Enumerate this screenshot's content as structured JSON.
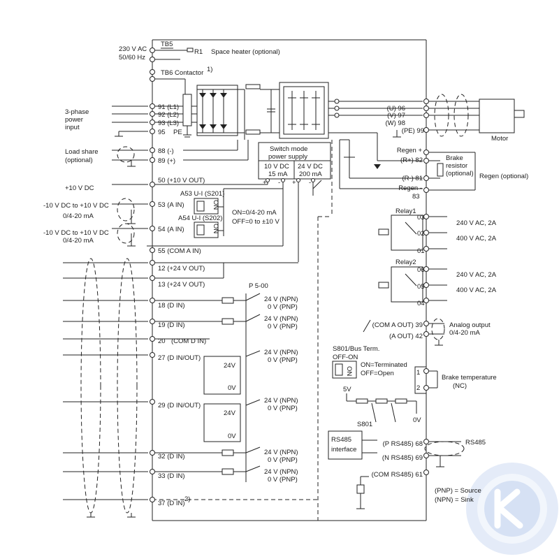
{
  "left": {
    "tb5": "TB5",
    "ac_label": "230 V AC",
    "hz_label": "50/60 Hz",
    "r1": "R1",
    "space_heater": "Space heater (optional)",
    "tb6": "TB6 Contactor",
    "tb6_sup": "1)",
    "three_phase_1": "3-phase",
    "three_phase_2": "power",
    "three_phase_3": "input",
    "load_share_1": "Load share",
    "load_share_2": "(optional)",
    "plus10vdc": "+10 V DC",
    "ain_range_1": "-10 V DC to +10 V DC",
    "ain_ma_1": "0/4-20 mA",
    "ain_range_2": "-10 V DC to +10 V DC",
    "ain_ma_2": "0/4-20 mA"
  },
  "terminals": {
    "t91": "91 (L1)",
    "t92": "92 (L2)",
    "t93": "93 (L3)",
    "t95": "95",
    "pe": "PE",
    "t88": "88 (-)",
    "t89": "89 (+)",
    "t50": "50 (+10 V OUT)",
    "t53": "53 (A IN)",
    "t54": "54 (A IN)",
    "t55": "55 (COM A IN)",
    "t12": "12 (+24 V OUT)",
    "t13": "13 (+24 V OUT)",
    "t18": "18 (D IN)",
    "t19": "19 (D IN)",
    "t20": "20",
    "t20b": "(COM D IN)",
    "t27": "27 (D IN/OUT)",
    "t29": "29 (D IN/OUT)",
    "t32": "32 (D IN)",
    "t33": "33 (D IN)",
    "t37": "37 (D IN)",
    "t37_sup": "2)"
  },
  "switches": {
    "a53": "A53 U-I (S201)",
    "a54": "A54 U-I (S202)",
    "on_label": "ON",
    "on_eq": "ON=0/4-20 mA",
    "off_eq": "OFF=0 to ±10 V",
    "p500": "P 5-00",
    "npn": "24 V (NPN)",
    "pnp": "0 V (PNP)",
    "v24": "24V",
    "v0": "0V"
  },
  "psu": {
    "title_1": "Switch mode",
    "title_2": "power supply",
    "c1_1": "10 V DC",
    "c1_2": "15 mA",
    "c2_1": "24 V DC",
    "c2_2": "200 mA",
    "plus": "+",
    "minus": "-"
  },
  "right": {
    "u96": "(U) 96",
    "v97": "(V) 97",
    "w98": "(W) 98",
    "pe99": "(PE) 99",
    "motor": "Motor",
    "regen_plus": "Regen +",
    "r_plus_82": "(R+) 82",
    "r_minus_81": "(R-) 81",
    "regen_minus": "Regen -",
    "t83": "83",
    "brake_res_1": "Brake",
    "brake_res_2": "resistor",
    "brake_res_3": "(optional)",
    "regen_opt": "Regen (optional)",
    "relay1": "Relay1",
    "relay2": "Relay2",
    "r03": "03",
    "r02": "02",
    "r01": "01",
    "r06": "06",
    "r05": "05",
    "r04": "04",
    "v240": "240 V AC, 2A",
    "v400": "400 V AC, 2A",
    "com_a_out": "(COM A OUT) 39",
    "a_out": "(A OUT) 42",
    "analog_out_1": "Analog output",
    "analog_out_2": "0/4-20 mA",
    "s801_bus": "S801/Bus Term.",
    "off_on": "OFF-ON",
    "on_terminated": "ON=Terminated",
    "off_open": "OFF=Open",
    "brake_temp_1": "Brake temperature",
    "brake_temp_2": "(NC)",
    "bt1": "1",
    "bt2": "2",
    "v5": "5V",
    "v0": "0V",
    "s801": "S801",
    "rs485_if_1": "RS485",
    "rs485_if_2": "interface",
    "p_rs485": "(P RS485) 68",
    "n_rs485": "(N RS485) 69",
    "com_rs485": "(COM RS485) 61",
    "rs485": "RS485",
    "pnp_legend": "(PNP) = Source",
    "npn_legend": "(NPN) = Sink"
  },
  "colors": {
    "line": "#222222",
    "watermark": "#d6e2f5",
    "watermark_mark": "#ffffff"
  }
}
